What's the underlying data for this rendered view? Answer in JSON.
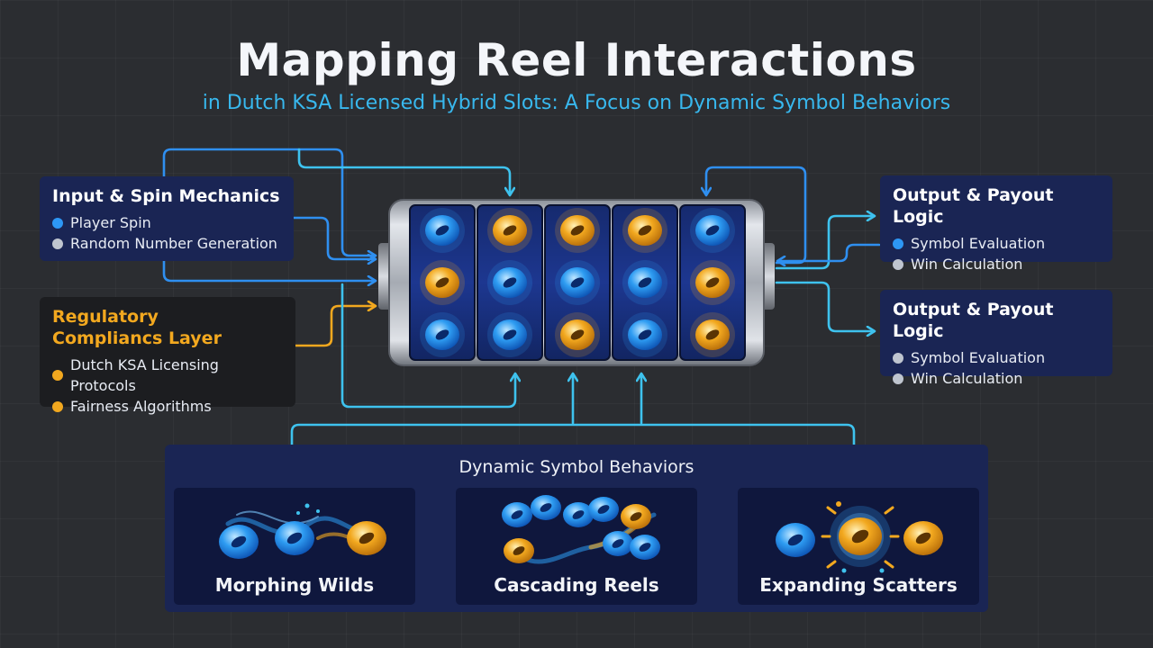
{
  "header": {
    "title": "Mapping Reel Interactions",
    "subtitle": "in Dutch KSA Licensed Hybrid Slots: A Focus on Dynamic Symbol Behaviors"
  },
  "input_panel": {
    "title": "Input & Spin Mechanics",
    "items": [
      "Player Spin",
      "Random Number Generation"
    ]
  },
  "regulatory_panel": {
    "title": "Regulatory Compliancs Layer",
    "items": [
      "Dutch KSA Licensing Protocols",
      "Fairness Algorithms"
    ]
  },
  "output_panel_1": {
    "title": "Output & Payout Logic",
    "items": [
      "Symbol Evaluation",
      "Win Calculation"
    ]
  },
  "output_panel_2": {
    "title": "Output & Payout Logic",
    "items": [
      "Symbol Evaluation",
      "Win Calculation"
    ]
  },
  "dynamic": {
    "title": "Dynamic Symbol Behaviors",
    "cards": [
      {
        "label": "Morphing Wilds"
      },
      {
        "label": "Cascading Reels"
      },
      {
        "label": "Expanding Scatters"
      }
    ]
  },
  "reel_grid": [
    [
      "blue",
      "gold",
      "gold",
      "gold",
      "blue"
    ],
    [
      "gold",
      "blue",
      "blue",
      "blue",
      "gold"
    ],
    [
      "blue",
      "blue",
      "gold",
      "blue",
      "gold"
    ]
  ],
  "colors": {
    "blue_symbol": "#2e9cf2",
    "gold_symbol": "#f2a81f",
    "arrow_blue": "#2f8ff0",
    "arrow_cyan": "#3ec2ee",
    "arrow_gold": "#f2a81f",
    "panel_navy": "#1a2554"
  }
}
